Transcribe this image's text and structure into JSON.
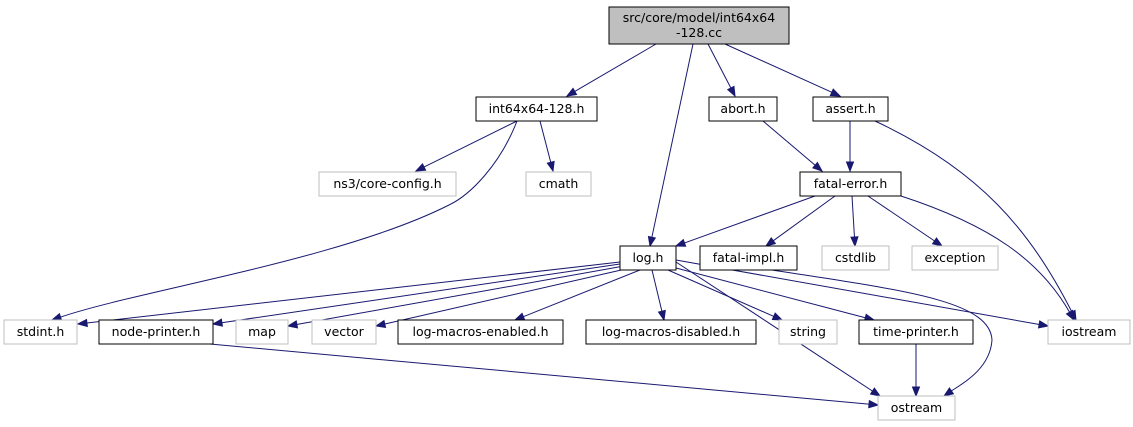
{
  "colors": {
    "root_fill": "#bfbfbf",
    "node_border": "#000000",
    "external_border": "#bfbfbf",
    "edge": "#191970",
    "background": "#ffffff"
  },
  "nodes": [
    {
      "id": "root",
      "lines": [
        "src/core/model/int64x64",
        "-128.cc"
      ],
      "kind": "root"
    },
    {
      "id": "int64x64-128-h",
      "lines": [
        "int64x64-128.h"
      ],
      "kind": "local"
    },
    {
      "id": "abort-h",
      "lines": [
        "abort.h"
      ],
      "kind": "local"
    },
    {
      "id": "assert-h",
      "lines": [
        "assert.h"
      ],
      "kind": "local"
    },
    {
      "id": "ns3-core-config-h",
      "lines": [
        "ns3/core-config.h"
      ],
      "kind": "external"
    },
    {
      "id": "cmath",
      "lines": [
        "cmath"
      ],
      "kind": "external"
    },
    {
      "id": "fatal-error-h",
      "lines": [
        "fatal-error.h"
      ],
      "kind": "local"
    },
    {
      "id": "log-h",
      "lines": [
        "log.h"
      ],
      "kind": "local"
    },
    {
      "id": "fatal-impl-h",
      "lines": [
        "fatal-impl.h"
      ],
      "kind": "local"
    },
    {
      "id": "cstdlib",
      "lines": [
        "cstdlib"
      ],
      "kind": "external"
    },
    {
      "id": "exception",
      "lines": [
        "exception"
      ],
      "kind": "external"
    },
    {
      "id": "stdint-h",
      "lines": [
        "stdint.h"
      ],
      "kind": "external"
    },
    {
      "id": "node-printer-h",
      "lines": [
        "node-printer.h"
      ],
      "kind": "local"
    },
    {
      "id": "map",
      "lines": [
        "map"
      ],
      "kind": "external"
    },
    {
      "id": "vector",
      "lines": [
        "vector"
      ],
      "kind": "external"
    },
    {
      "id": "log-macros-enabled-h",
      "lines": [
        "log-macros-enabled.h"
      ],
      "kind": "local"
    },
    {
      "id": "log-macros-disabled-h",
      "lines": [
        "log-macros-disabled.h"
      ],
      "kind": "local"
    },
    {
      "id": "string",
      "lines": [
        "string"
      ],
      "kind": "external"
    },
    {
      "id": "time-printer-h",
      "lines": [
        "time-printer.h"
      ],
      "kind": "local"
    },
    {
      "id": "iostream",
      "lines": [
        "iostream"
      ],
      "kind": "external"
    },
    {
      "id": "ostream",
      "lines": [
        "ostream"
      ],
      "kind": "external"
    }
  ],
  "edges": [
    {
      "from": "root",
      "to": "int64x64-128-h"
    },
    {
      "from": "root",
      "to": "log-h"
    },
    {
      "from": "root",
      "to": "abort-h"
    },
    {
      "from": "root",
      "to": "assert-h"
    },
    {
      "from": "int64x64-128-h",
      "to": "ns3-core-config-h"
    },
    {
      "from": "int64x64-128-h",
      "to": "cmath"
    },
    {
      "from": "int64x64-128-h",
      "to": "stdint-h"
    },
    {
      "from": "abort-h",
      "to": "fatal-error-h"
    },
    {
      "from": "assert-h",
      "to": "fatal-error-h"
    },
    {
      "from": "assert-h",
      "to": "iostream"
    },
    {
      "from": "fatal-error-h",
      "to": "log-h"
    },
    {
      "from": "fatal-error-h",
      "to": "fatal-impl-h"
    },
    {
      "from": "fatal-error-h",
      "to": "cstdlib"
    },
    {
      "from": "fatal-error-h",
      "to": "exception"
    },
    {
      "from": "fatal-error-h",
      "to": "iostream"
    },
    {
      "from": "fatal-impl-h",
      "to": "ostream"
    },
    {
      "from": "log-h",
      "to": "stdint-h"
    },
    {
      "from": "log-h",
      "to": "node-printer-h"
    },
    {
      "from": "log-h",
      "to": "map"
    },
    {
      "from": "log-h",
      "to": "vector"
    },
    {
      "from": "log-h",
      "to": "log-macros-enabled-h"
    },
    {
      "from": "log-h",
      "to": "log-macros-disabled-h"
    },
    {
      "from": "log-h",
      "to": "string"
    },
    {
      "from": "log-h",
      "to": "time-printer-h"
    },
    {
      "from": "log-h",
      "to": "iostream"
    },
    {
      "from": "log-h",
      "to": "ostream"
    },
    {
      "from": "node-printer-h",
      "to": "ostream"
    },
    {
      "from": "time-printer-h",
      "to": "ostream"
    }
  ]
}
